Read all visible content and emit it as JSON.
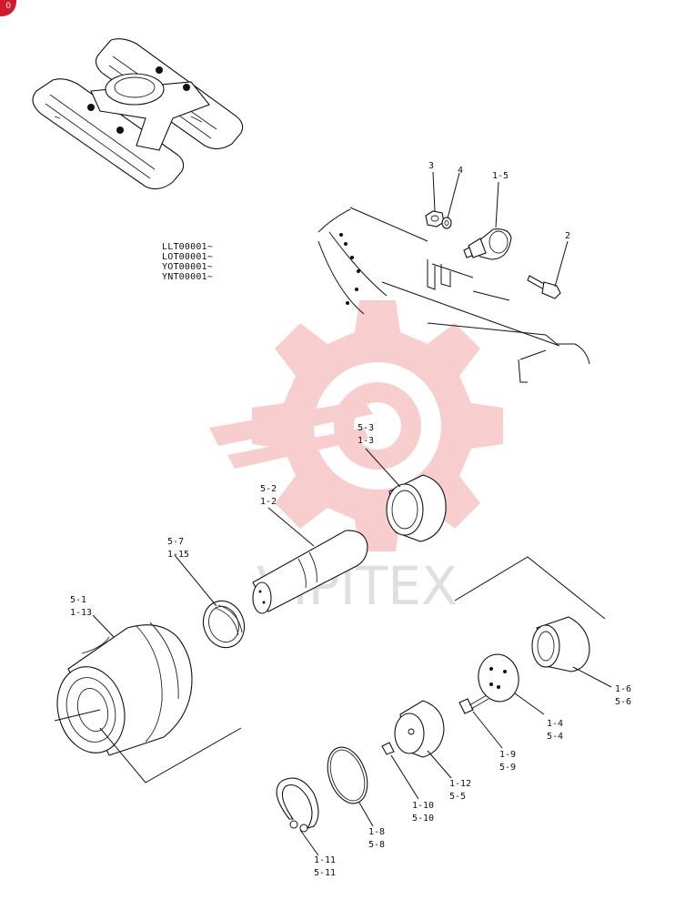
{
  "badge": {
    "text": "0",
    "color": "#d01c2a"
  },
  "serials": [
    "LLT00001~",
    "LOT00001~",
    "YOT00001~",
    "YNT00001~"
  ],
  "watermark": {
    "text": "VIPITEX",
    "color": "#f2b8b8"
  },
  "labels": [
    {
      "id": "lbl-3",
      "lines": [
        "3"
      ]
    },
    {
      "id": "lbl-4",
      "lines": [
        "4"
      ]
    },
    {
      "id": "lbl-1-5",
      "lines": [
        "1-5"
      ]
    },
    {
      "id": "lbl-2",
      "lines": [
        "2"
      ]
    },
    {
      "id": "lbl-5-3",
      "lines": [
        "5-3",
        "1-3"
      ]
    },
    {
      "id": "lbl-5-2",
      "lines": [
        "5-2",
        "1-2"
      ]
    },
    {
      "id": "lbl-5-7",
      "lines": [
        "5-7",
        "1-15"
      ]
    },
    {
      "id": "lbl-5-1",
      "lines": [
        "5-1",
        "1-13"
      ]
    },
    {
      "id": "lbl-1-6",
      "lines": [
        "1-6",
        "5-6"
      ]
    },
    {
      "id": "lbl-1-4",
      "lines": [
        "1-4",
        "5-4"
      ]
    },
    {
      "id": "lbl-1-9",
      "lines": [
        "1-9",
        "5-9"
      ]
    },
    {
      "id": "lbl-1-12",
      "lines": [
        "1-12",
        "5-5"
      ]
    },
    {
      "id": "lbl-1-10",
      "lines": [
        "1-10",
        "5-10"
      ]
    },
    {
      "id": "lbl-1-8",
      "lines": [
        "1-8",
        "5-8"
      ]
    },
    {
      "id": "lbl-1-11",
      "lines": [
        "1-11",
        "5-11"
      ]
    }
  ]
}
